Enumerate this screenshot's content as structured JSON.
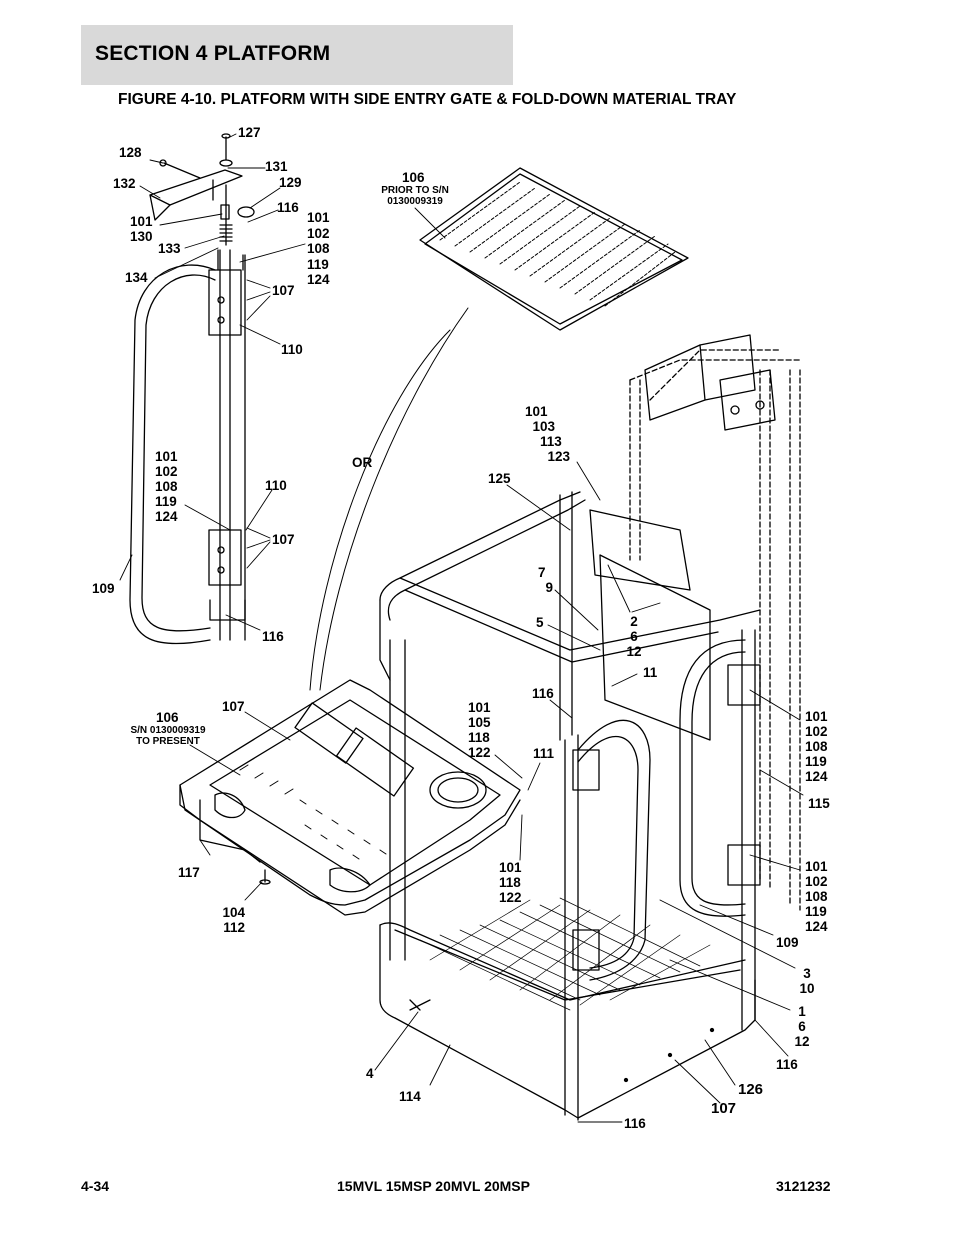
{
  "header": {
    "section": "SECTION 4   PLATFORM",
    "figure_title": "FIGURE 4-10. PLATFORM WITH SIDE ENTRY GATE & FOLD-DOWN MATERIAL TRAY"
  },
  "callouts": {
    "c127": "127",
    "c128": "128",
    "c131": "131",
    "c132": "132",
    "c129": "129",
    "c116a": "116",
    "c101_130": "101\n130",
    "c101_124a": "101\n102\n108\n119\n124",
    "c133": "133",
    "c134": "134",
    "c107a": "107",
    "c110a": "110",
    "c101_124b": "101\n102\n108\n119\n124",
    "c110b": "110",
    "c107b": "107",
    "c109a": "109",
    "c116b": "116",
    "c106a": "106",
    "c106a_note": "PRIOR TO S/N\n0130009319",
    "cOR": "OR",
    "c101_123": "101\n  103\n    113\n      123",
    "c125": "125",
    "c7_9": "7\n  9",
    "c5": "5",
    "c2_6_12": "2\n6\n12",
    "c11": "11",
    "c116c": "116",
    "c101_122a": "101\n105\n118\n122",
    "c111": "111",
    "c106b": "106",
    "c106b_note": "S/N 0130009319\nTO PRESENT",
    "c107c": "107",
    "c101_124c": "101\n102\n108\n119\n124",
    "c115": "115",
    "c101_124d": "101\n102\n108\n119\n124",
    "c109b": "109",
    "c117": "117",
    "c104_112": "104\n112",
    "c101_122b": "101\n118\n122",
    "c3_10": "3\n10",
    "c1_6_12": "1\n6\n12",
    "c116d": "116",
    "c4": "4",
    "c114": "114",
    "c126": "126",
    "c107d": "107",
    "c116e": "116"
  },
  "footer": {
    "page": "4-34",
    "models": "15MVL 15MSP 20MVL 20MSP",
    "doc_number": "3121232"
  }
}
